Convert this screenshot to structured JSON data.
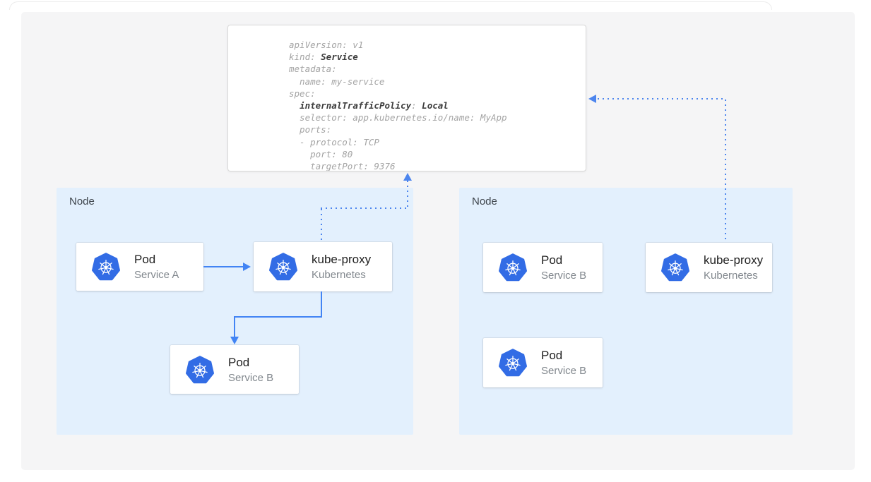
{
  "colors": {
    "kubernetes_blue": "#326ce5",
    "arrow_blue": "#4284f4",
    "dotted_arrow_blue": "#4c85ee",
    "node_background": "#e3f0fd",
    "panel_background": "#f5f5f6",
    "card_background": "#ffffff",
    "code_regular_text": "#a4a4a4",
    "code_bold_text": "#3c3c3c"
  },
  "yaml_card": {
    "lines": [
      [
        {
          "t": "apiVersion: v1",
          "b": false
        }
      ],
      [
        {
          "t": "kind: ",
          "b": false
        },
        {
          "t": "Service",
          "b": true
        }
      ],
      [
        {
          "t": "metadata:",
          "b": false
        }
      ],
      [
        {
          "t": "  name: my-service",
          "b": false
        }
      ],
      [
        {
          "t": "spec:",
          "b": false
        }
      ],
      [
        {
          "t": "  ",
          "b": false
        },
        {
          "t": "internalTrafficPolicy",
          "b": true
        },
        {
          "t": ": ",
          "b": false
        },
        {
          "t": "Local",
          "b": true
        }
      ],
      [
        {
          "t": "  selector: app.kubernetes.io/name: MyApp",
          "b": false
        }
      ],
      [
        {
          "t": "  ports:",
          "b": false
        }
      ],
      [
        {
          "t": "  - protocol: TCP",
          "b": false
        }
      ],
      [
        {
          "t": "    port: 80",
          "b": false
        }
      ],
      [
        {
          "t": "    targetPort: 9376",
          "b": false
        }
      ]
    ]
  },
  "nodes": [
    {
      "label": "Node",
      "cards": [
        {
          "title": "Pod",
          "subtitle": "Service A",
          "icon": "kubernetes-icon"
        },
        {
          "title": "kube-proxy",
          "subtitle": "Kubernetes",
          "icon": "kubernetes-icon"
        },
        {
          "title": "Pod",
          "subtitle": "Service B",
          "icon": "kubernetes-icon"
        }
      ]
    },
    {
      "label": "Node",
      "cards": [
        {
          "title": "Pod",
          "subtitle": "Service B",
          "icon": "kubernetes-icon"
        },
        {
          "title": "kube-proxy",
          "subtitle": "Kubernetes",
          "icon": "kubernetes-icon"
        },
        {
          "title": "Pod",
          "subtitle": "Service B",
          "icon": "kubernetes-icon"
        }
      ]
    }
  ]
}
